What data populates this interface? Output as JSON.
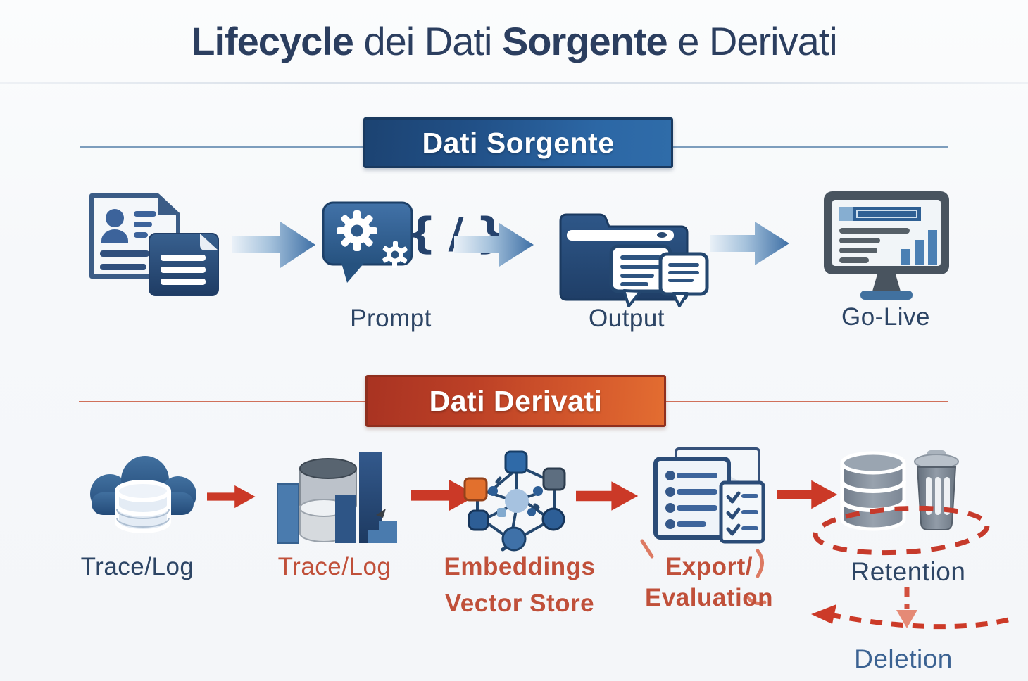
{
  "title": {
    "part1": "Lifecycle",
    "part2": " dei Dati ",
    "part3": "Sorgente",
    "part4": " e Derivati"
  },
  "sections": {
    "source": {
      "banner_label": "Dati Sorgente"
    },
    "derived": {
      "banner_label": "Dati Derivati"
    }
  },
  "source_flow": {
    "step1": {
      "icon": "documents-icon"
    },
    "step2": {
      "icon": "prompt-chat-gear-icon",
      "code_glyph": "{ / }",
      "label": "Prompt"
    },
    "step3": {
      "icon": "output-folder-chat-icon",
      "label": "Output"
    },
    "step4": {
      "icon": "golive-monitor-icon",
      "label": "Go-Live"
    }
  },
  "derived_flow": {
    "step1": {
      "icon": "cloud-database-icon",
      "label": "Trace/Log"
    },
    "step2": {
      "icon": "chart-database-icon",
      "label": "Trace/Log"
    },
    "step3": {
      "icon": "embeddings-network-icon",
      "label_line1": "Embeddings",
      "label_line2": "Vector Store"
    },
    "step4": {
      "icon": "export-checklist-icon",
      "label_line1": "Export/",
      "label_line2": "Evaluation"
    },
    "step5": {
      "icon": "retention-database-trash-icon",
      "label": "Retention"
    },
    "deletion_label": "Deletion"
  },
  "colors": {
    "title_text": "#2b3e5f",
    "navy_label": "#2d4565",
    "red_label": "#c0503a",
    "source_banner_start": "#1c4372",
    "source_banner_end": "#2f6ca9",
    "derived_banner_start": "#a93322",
    "derived_banner_end": "#e36d31",
    "flow_arrow_blue": "#3e6fa5",
    "flow_arrow_red": "#cb3927",
    "deletion_dashed": "#cc4433"
  }
}
